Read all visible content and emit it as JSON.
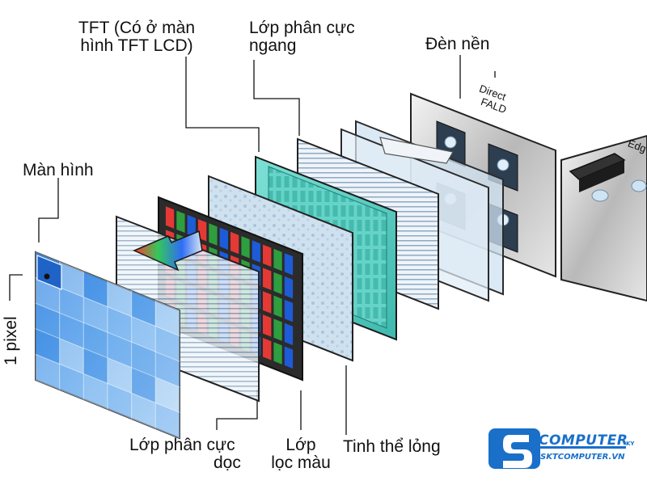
{
  "labels": {
    "tft": [
      "TFT (Có ở màn",
      "hình TFT LCD)"
    ],
    "horizontal_polarizer": [
      "Lớp phân cực",
      "ngang"
    ],
    "backlight": "Đèn nền",
    "direct": "Direct",
    "fald": "FALD",
    "edge": "Edg",
    "screen": "Màn hình",
    "one_pixel": "1 pixel",
    "vertical_polarizer": [
      "Lớp phân cực",
      "dọc"
    ],
    "color_filter": [
      "Lớp",
      "lọc màu"
    ],
    "liquid_crystal": "Tinh thể lỏng"
  },
  "logo": {
    "brand": "COMPUTER",
    "site": "SKTCOMPUTER.VN",
    "suffix": "KY",
    "text_color": "#1a6fc9"
  },
  "colors": {
    "screen_blue": "#5aa8f0",
    "glass": "#dbeaf5",
    "color_filter_red": "#e53935",
    "color_filter_green": "#2e9e3e",
    "color_filter_blue": "#1e5bd6",
    "crystal_cyan": "#5fd0c6"
  }
}
